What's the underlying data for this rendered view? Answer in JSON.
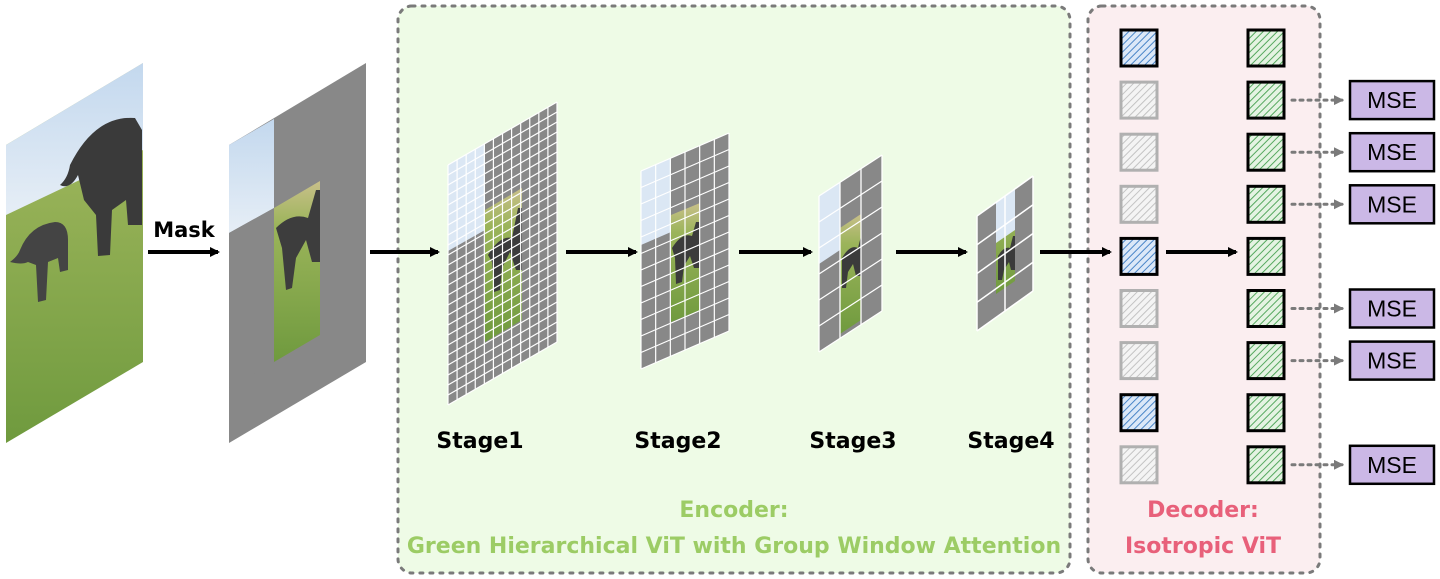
{
  "mask_label": "Mask",
  "stages": [
    "Stage1",
    "Stage2",
    "Stage3",
    "Stage4"
  ],
  "encoder": {
    "title": "Encoder:",
    "subtitle": "Green Hierarchical ViT with Group Window Attention",
    "color": "#9ccc65",
    "panel_fill": "#eefbe6"
  },
  "decoder": {
    "title": "Decoder:",
    "subtitle": "Isotropic ViT",
    "color": "#e8607a",
    "panel_fill": "#fbeef0"
  },
  "mse_label": "MSE",
  "mse_fill": "#cbb8e6",
  "token_colors": {
    "visible": "#4a86c8",
    "masked": "#b0b0b0",
    "output": "#3e9e4a"
  },
  "visible_token_rows": [
    0,
    4,
    7
  ],
  "mse_rows": [
    1,
    2,
    3,
    5,
    6,
    8
  ]
}
